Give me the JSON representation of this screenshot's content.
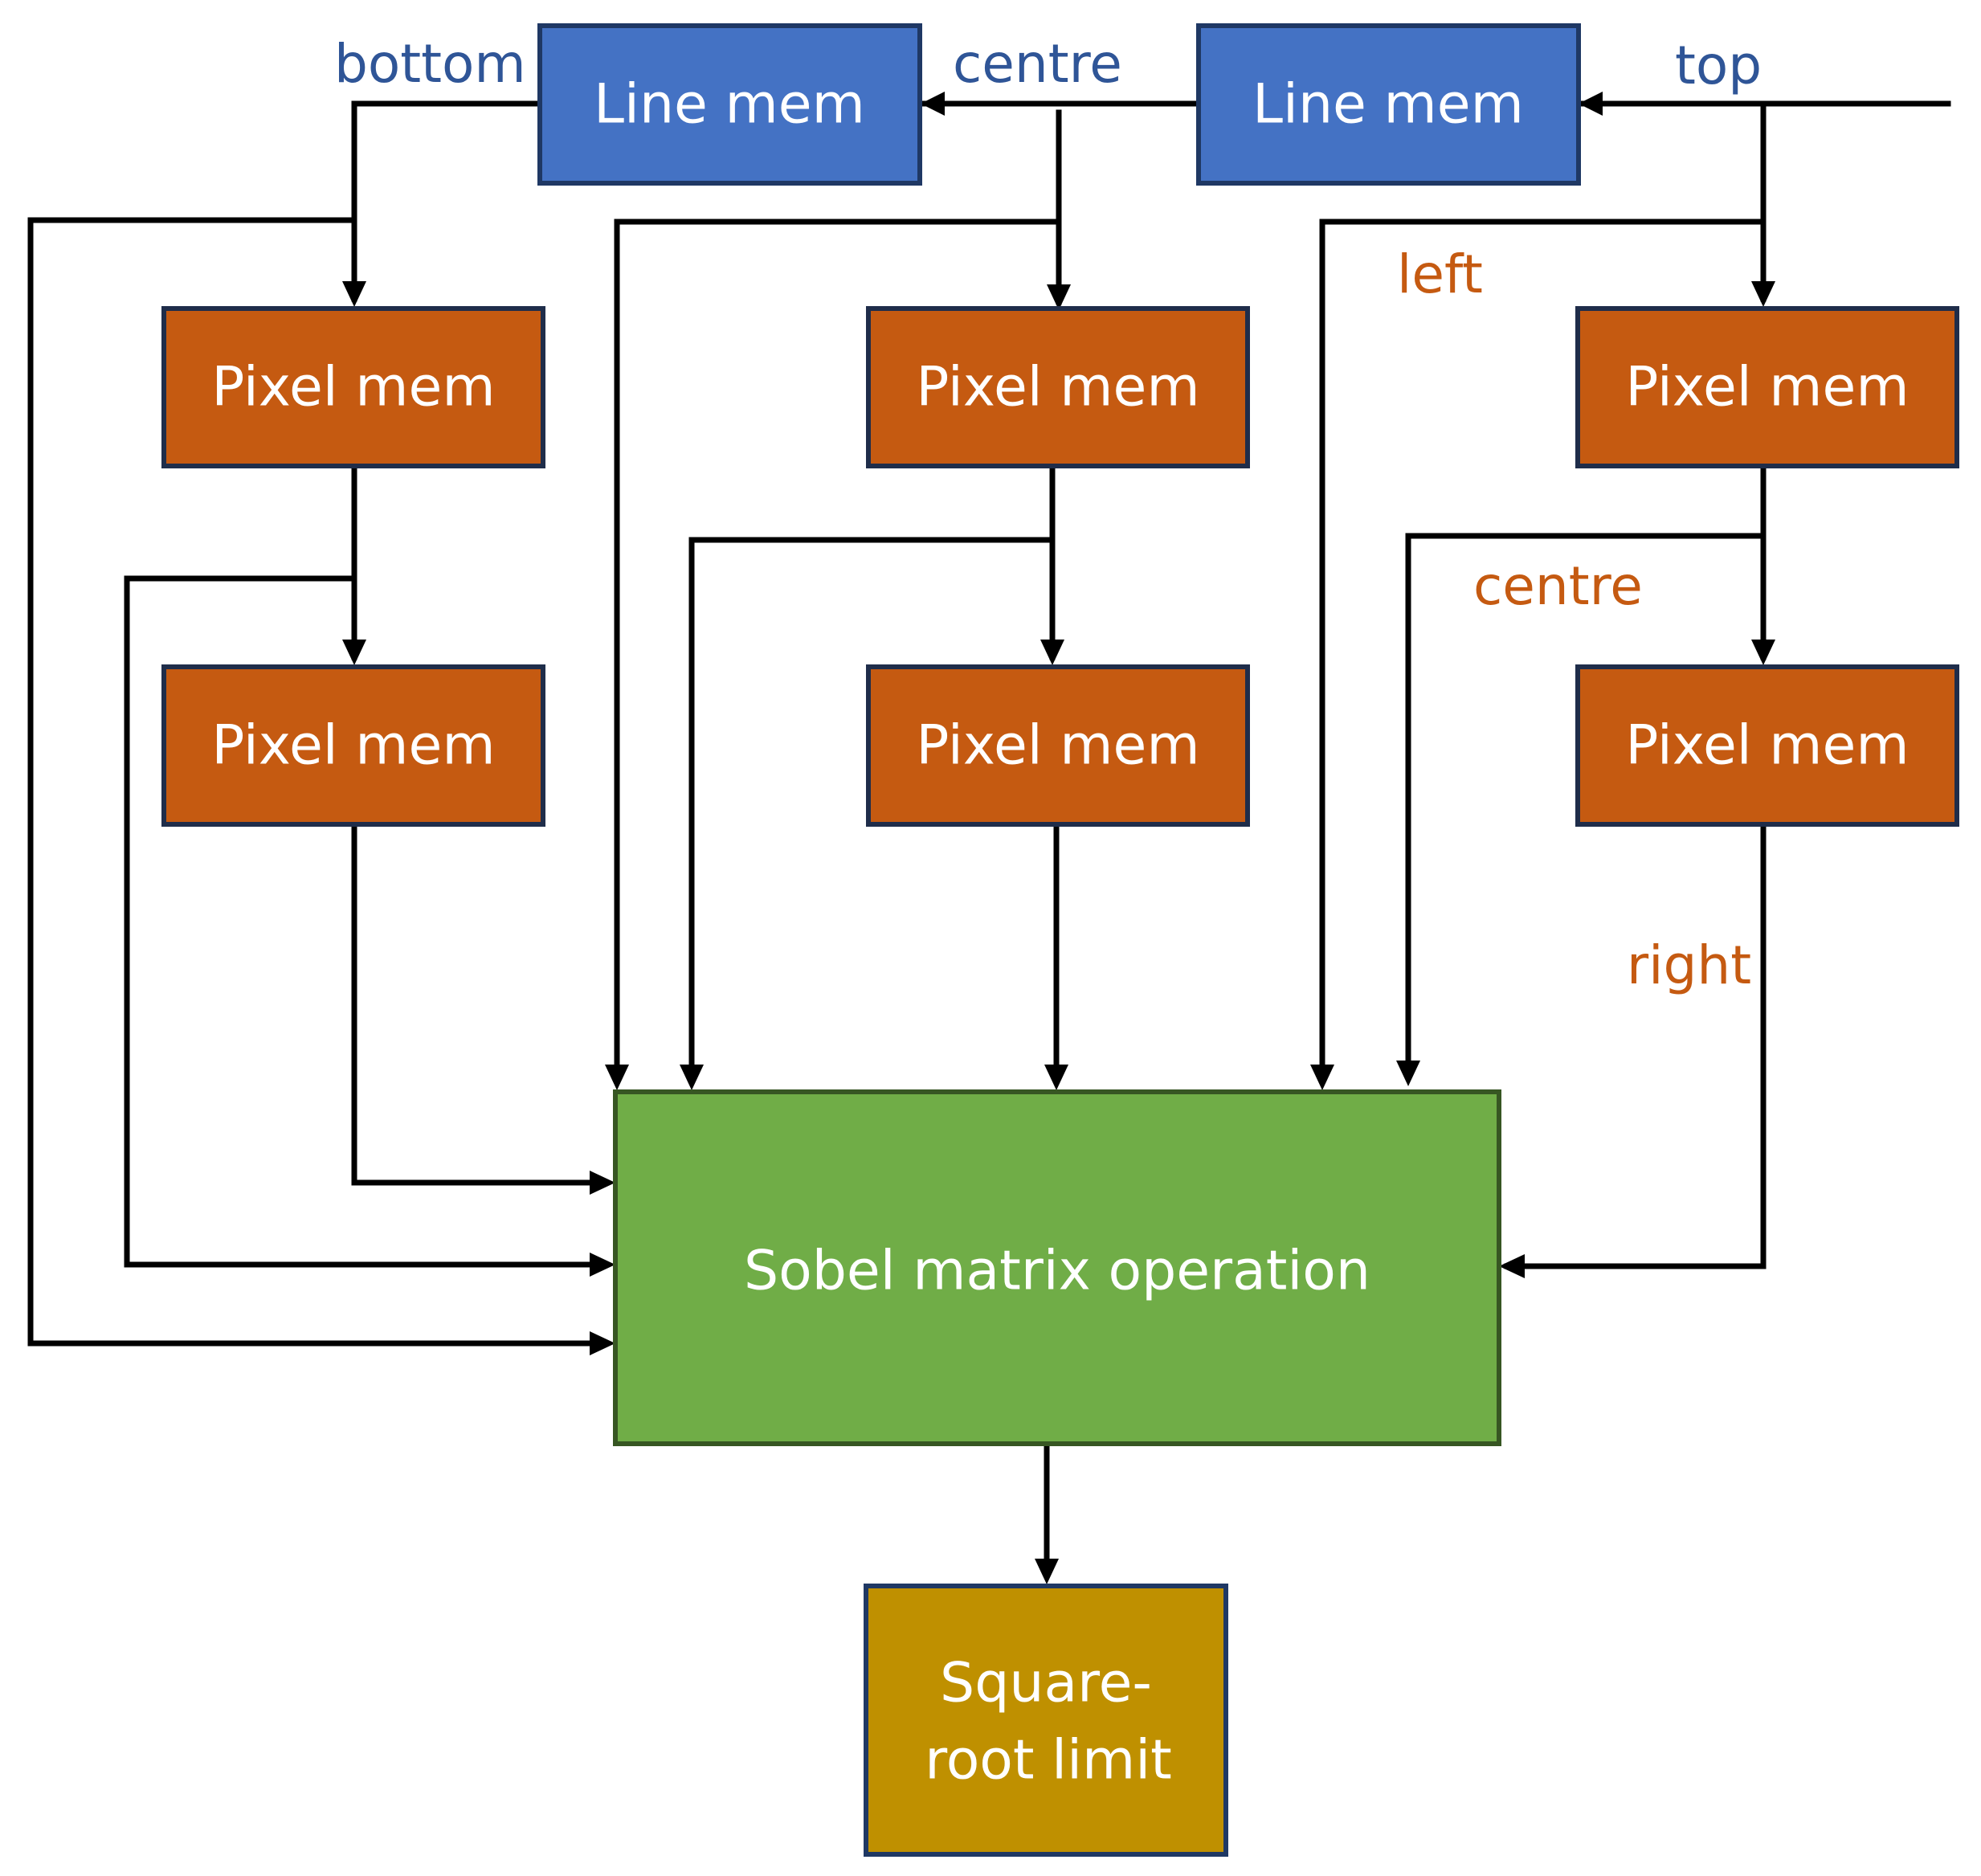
{
  "colors": {
    "line_mem_fill": "#4472C4",
    "line_mem_border": "#1F3864",
    "pixel_mem_fill": "#C55A11",
    "pixel_mem_border": "#1F2D4A",
    "sobel_fill": "#70AD47",
    "sobel_border": "#375623",
    "sqrt_fill": "#BF9000",
    "sqrt_border": "#1F3864",
    "row_label_color": "#2F5597",
    "column_label_color": "#C55A11",
    "wire_color": "#000000"
  },
  "boxes": {
    "line_mem_bottom": "Line mem",
    "line_mem_top": "Line mem",
    "pixel_mem_bottom_1": "Pixel mem",
    "pixel_mem_bottom_2": "Pixel mem",
    "pixel_mem_centre_1": "Pixel mem",
    "pixel_mem_centre_2": "Pixel mem",
    "pixel_mem_top_1": "Pixel mem",
    "pixel_mem_top_2": "Pixel mem",
    "sobel": "Sobel matrix operation",
    "sqrt_line_1": "Square-",
    "sqrt_line_2": "root limit"
  },
  "labels": {
    "bottom": "bottom",
    "centre_row": "centre",
    "top": "top",
    "left": "left",
    "centre_col": "centre",
    "right": "right"
  }
}
